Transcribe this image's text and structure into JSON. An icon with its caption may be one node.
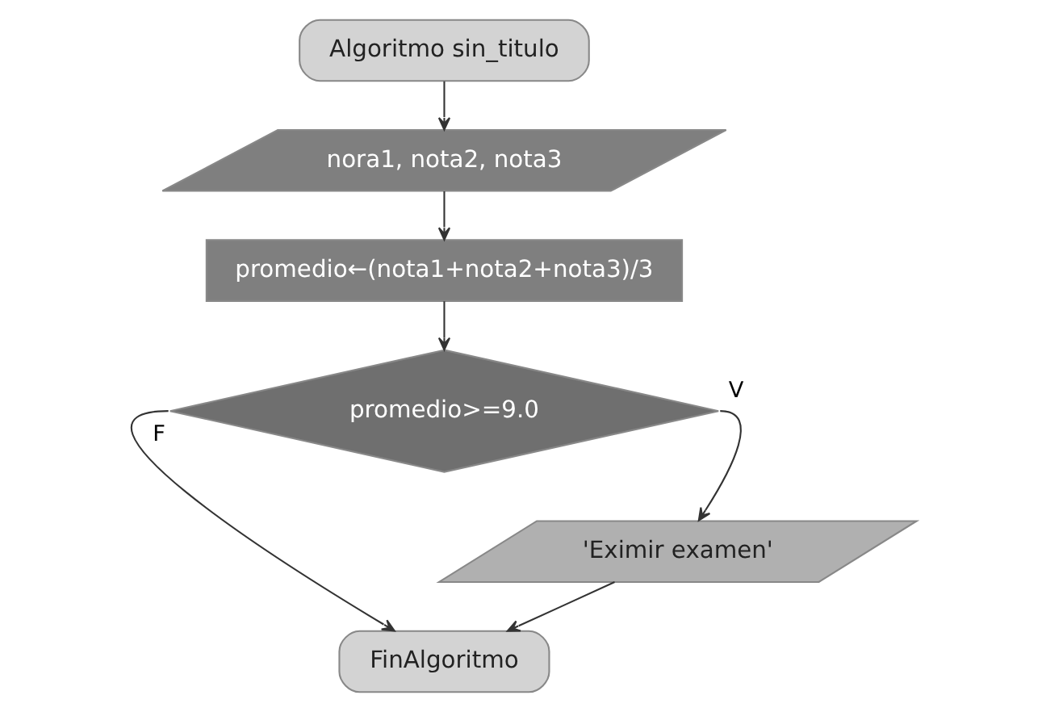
{
  "diagram": {
    "nodes": [
      {
        "text": [
          "Algoritmo sin_titulo"
        ]
      },
      {
        "text": [
          "nora1, nota2, nota3"
        ]
      },
      {
        "text": [
          "promedio←(nota1+nota2+nota3)/3"
        ]
      },
      {
        "text": [
          "promedio>=9.0"
        ]
      },
      {
        "text": [
          "'Eximir examen'"
        ]
      },
      {
        "text": [
          "FinAlgoritmo"
        ]
      }
    ],
    "edges": [
      {
        "from": 0,
        "to": 1,
        "arrow": "to"
      },
      {
        "from": 1,
        "to": 2,
        "arrow": "to"
      },
      {
        "from": 2,
        "to": 3,
        "arrow": "to"
      },
      {
        "from": 3,
        "to": 5,
        "arrow": "to",
        "label": "F"
      },
      {
        "from": 3,
        "to": 4,
        "arrow": "to",
        "label": "V"
      },
      {
        "from": 4,
        "to": 5,
        "arrow": "to"
      }
    ]
  }
}
